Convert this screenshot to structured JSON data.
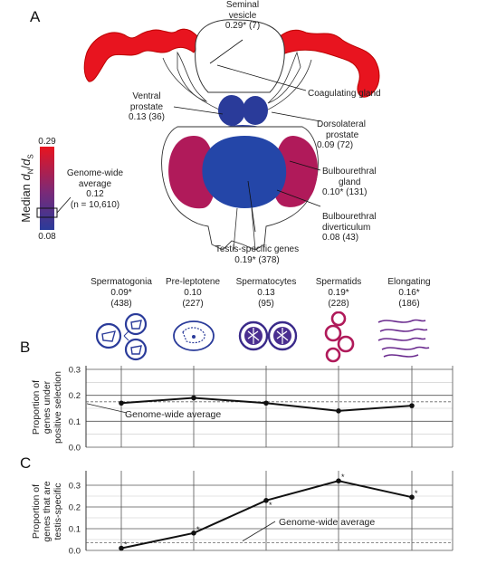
{
  "panels": {
    "a": "A",
    "b": "B",
    "c": "C"
  },
  "anatomy": {
    "seminal_vesicle": {
      "name": "Seminal vesicle",
      "line1": "Seminal",
      "line2": "vesicle",
      "value": "0.29* (7)",
      "color": "#e8141f"
    },
    "coagulating_gland": {
      "name": "Coagulating gland"
    },
    "ventral_prostate": {
      "line1": "Ventral",
      "line2": "prostate",
      "value": "0.13 (36)",
      "color": "#2a3b9a"
    },
    "dorsolateral_prostate": {
      "line1": "Dorsolateral",
      "line2": "prostate",
      "value": "0.09 (72)"
    },
    "bulbourethral_gland": {
      "line1": "Bulbourethral",
      "line2": "gland",
      "value": "0.10* (131)",
      "color": "#b01a5a"
    },
    "bulbourethral_diverticulum": {
      "line1": "Bulbourethral",
      "line2": "diverticulum",
      "value": "0.08 (43)"
    },
    "testis": {
      "name": "Testis-specific genes",
      "value": "0.19* (378)",
      "color": "#2446a8"
    }
  },
  "legend": {
    "title_main": "Median ",
    "title_num": "d",
    "sub_n": "N",
    "slash": "/",
    "title_den": "d",
    "sub_s": "S",
    "max": "0.29",
    "min": "0.08",
    "genome_line1": "Genome-wide",
    "genome_line2": "average",
    "genome_value": "0.12",
    "genome_n": "(n = 10,610)",
    "color_high": "#e8141f",
    "color_low": "#2a3b9a"
  },
  "stages": [
    {
      "name": "Spermatogonia",
      "value": "0.09*",
      "count": "(438)"
    },
    {
      "name": "Pre-leptotene",
      "value": "0.10",
      "count": "(227)"
    },
    {
      "name": "Spermatocytes",
      "value": "0.13",
      "count": "(95)"
    },
    {
      "name": "Spermatids",
      "value": "0.19*",
      "count": "(228)"
    },
    {
      "name": "Elongating",
      "value": "0.16*",
      "count": "(186)"
    }
  ],
  "chart_data": [
    {
      "type": "line",
      "panel": "B",
      "ylabel_lines": [
        "Proportion of",
        "genes under",
        "positive selection"
      ],
      "categories": [
        "Spermatogonia",
        "Pre-leptotene",
        "Spermatocytes",
        "Spermatids",
        "Elongating"
      ],
      "values": [
        0.17,
        0.19,
        0.17,
        0.14,
        0.16
      ],
      "ylim": [
        0,
        0.3
      ],
      "yticks": [
        "0.0",
        "0.1",
        "0.2",
        "0.3"
      ],
      "reference": {
        "label": "Genome-wide average",
        "value": 0.175
      },
      "grid": true
    },
    {
      "type": "line",
      "panel": "C",
      "ylabel_lines": [
        "Proportion of",
        "genes that are",
        "testis-specific"
      ],
      "categories": [
        "Spermatogonia",
        "Pre-leptotene",
        "Spermatocytes",
        "Spermatids",
        "Elongating"
      ],
      "values": [
        0.01,
        0.08,
        0.23,
        0.32,
        0.245
      ],
      "significant": [
        "*",
        "*",
        "*",
        "*",
        "*"
      ],
      "ylim": [
        0,
        0.35
      ],
      "yticks": [
        "0.0",
        "0.1",
        "0.2",
        "0.3"
      ],
      "reference": {
        "label": "Genome-wide average",
        "value": 0.035
      },
      "grid": true
    }
  ]
}
